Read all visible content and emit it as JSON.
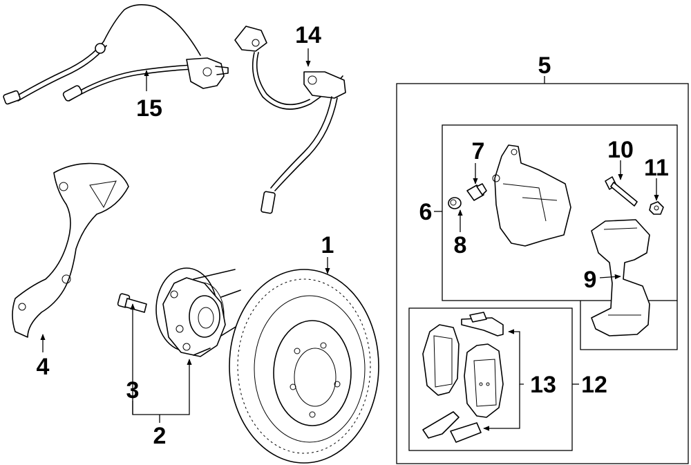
{
  "callouts": [
    {
      "id": "c1",
      "text": "1"
    },
    {
      "id": "c2",
      "text": "2"
    },
    {
      "id": "c3",
      "text": "3"
    },
    {
      "id": "c4",
      "text": "4"
    },
    {
      "id": "c5",
      "text": "5"
    },
    {
      "id": "c6",
      "text": "6"
    },
    {
      "id": "c7",
      "text": "7"
    },
    {
      "id": "c8",
      "text": "8"
    },
    {
      "id": "c9",
      "text": "9"
    },
    {
      "id": "c10",
      "text": "10"
    },
    {
      "id": "c11",
      "text": "11"
    },
    {
      "id": "c12",
      "text": "12"
    },
    {
      "id": "c13",
      "text": "13"
    },
    {
      "id": "c14",
      "text": "14"
    },
    {
      "id": "c15",
      "text": "15"
    }
  ],
  "colors": {
    "ink": "#000000",
    "paper": "#ffffff"
  }
}
